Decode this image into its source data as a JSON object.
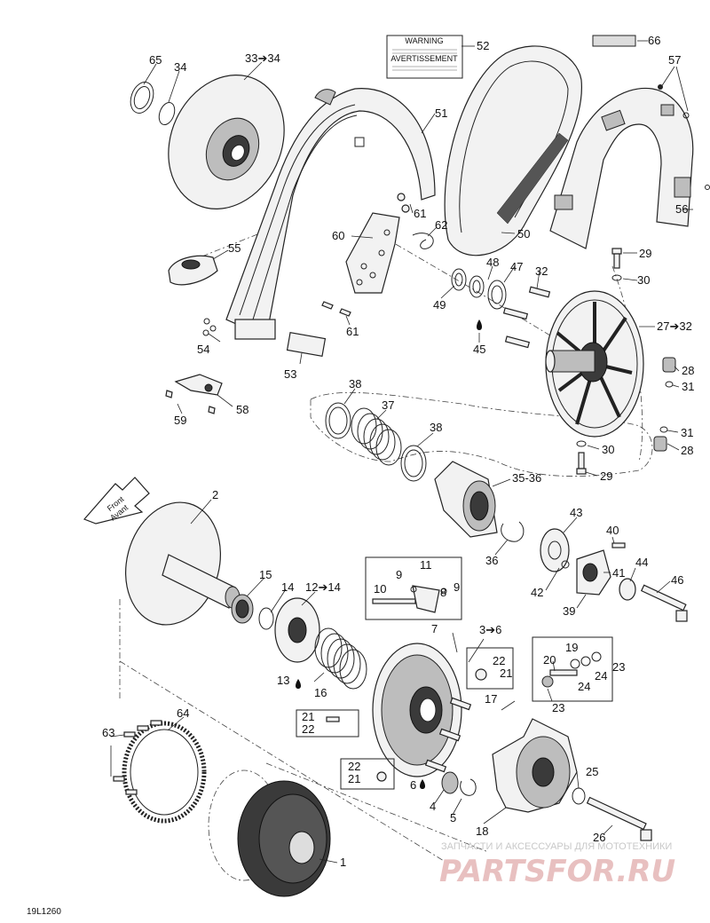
{
  "labels": {
    "l65": "65",
    "l34": "34",
    "l33_34": "33➔34",
    "l52": "52",
    "l66": "66",
    "l57": "57",
    "l51": "51",
    "l61a": "61",
    "l62": "62",
    "l50": "50",
    "l56": "56",
    "l55": "55",
    "l60": "60",
    "l29a": "29",
    "l48": "48",
    "l47": "47",
    "l32": "32",
    "l30a": "30",
    "l49": "49",
    "l27_32": "27➔32",
    "l54": "54",
    "l61b": "61",
    "l45": "45",
    "l28a": "28",
    "l31a": "31",
    "l53": "53",
    "l58": "58",
    "l59": "59",
    "l38a": "38",
    "l37": "37",
    "l38b": "38",
    "l31b": "31",
    "l30b": "30",
    "l28b": "28",
    "l29b": "29",
    "l35_36": "35-36",
    "l2": "2",
    "l43": "43",
    "l40": "40",
    "l36": "36",
    "l44": "44",
    "l46": "46",
    "l41": "41",
    "l42": "42",
    "l39": "39",
    "l15": "15",
    "l14": "14",
    "l12_14": "12➔14",
    "l11": "11",
    "l9a": "9",
    "l10": "10",
    "l8": "8",
    "l9b": "9",
    "l7": "7",
    "l3_6": "3➔6",
    "l22a": "22",
    "l21a": "21",
    "l13": "13",
    "l16": "16",
    "l19": "19",
    "l20": "20",
    "l23a": "23",
    "l24a": "24",
    "l24b": "24",
    "l23b": "23",
    "l17": "17",
    "l64": "64",
    "l21b": "21",
    "l22b": "22",
    "l63": "63",
    "l22c": "22",
    "l21c": "21",
    "l6": "6",
    "l4": "4",
    "l5": "5",
    "l25": "25",
    "l18": "18",
    "l26": "26",
    "l1": "1"
  },
  "front_arrow": {
    "line1": "Front",
    "line2": "Avant"
  },
  "warning_label": {
    "title1": "WARNING",
    "title2": "AVERTISSEMENT"
  },
  "drawing_id": "19L1260",
  "watermark": {
    "tagline": "ЗАПЧАСТИ И АКСЕССУАРЫ ДЛЯ МОТОТЕХНИКИ",
    "brand": "PARTSFOR.RU"
  }
}
